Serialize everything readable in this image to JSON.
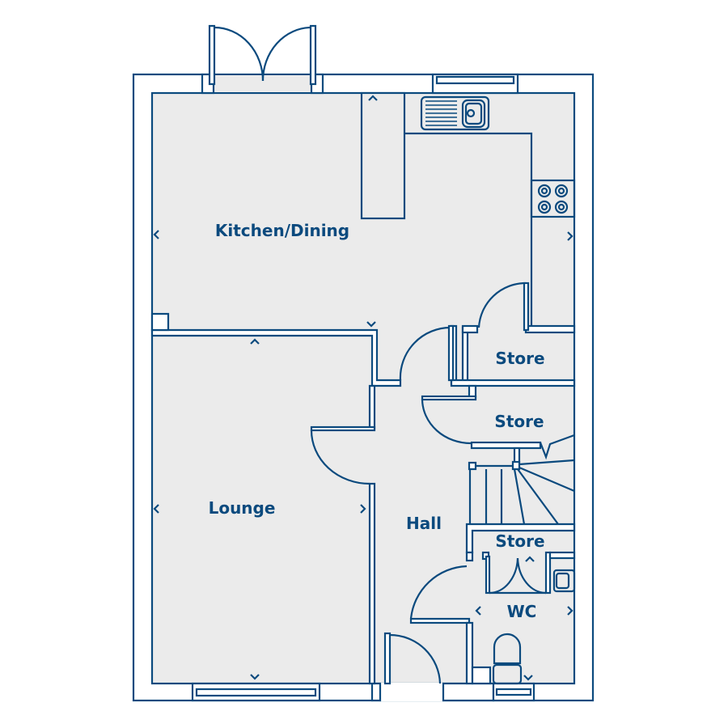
{
  "colors": {
    "line": "#0b4a7e",
    "floor": "#ebebeb",
    "wall": "#ffffff"
  },
  "rooms": {
    "kitchen": "Kitchen/Dining",
    "store1": "Store",
    "store2": "Store",
    "lounge": "Lounge",
    "hall": "Hall",
    "store3": "Store",
    "wc": "WC"
  }
}
